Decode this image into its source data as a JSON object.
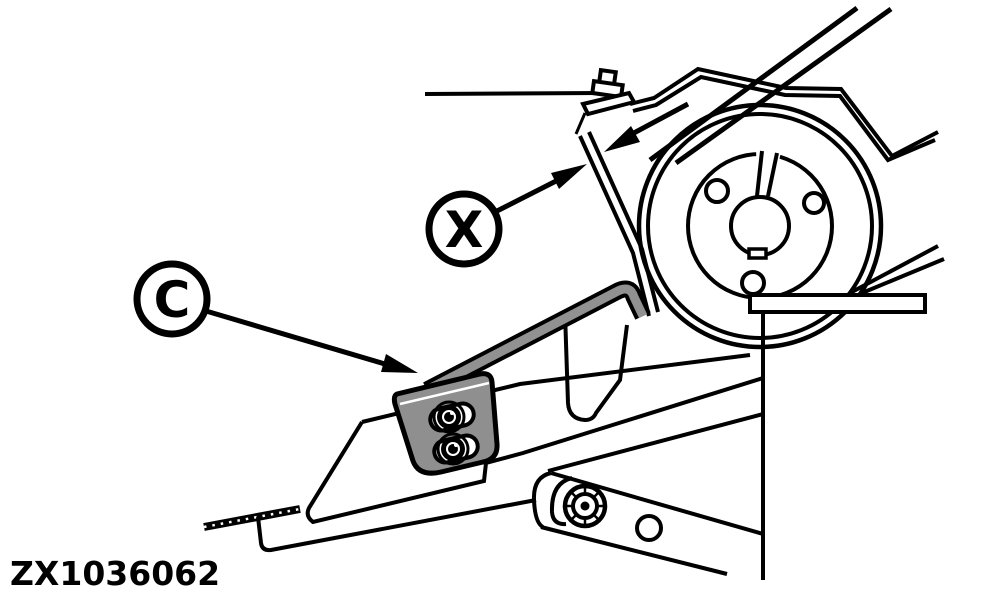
{
  "figure": {
    "code": "ZX1036062"
  },
  "labels": {
    "callout_c": "C",
    "callout_x": "X"
  },
  "colors": {
    "line": "#000000",
    "background": "#ffffff",
    "bracket_gray": "#8f8f8f",
    "rod_gray": "#919191"
  }
}
